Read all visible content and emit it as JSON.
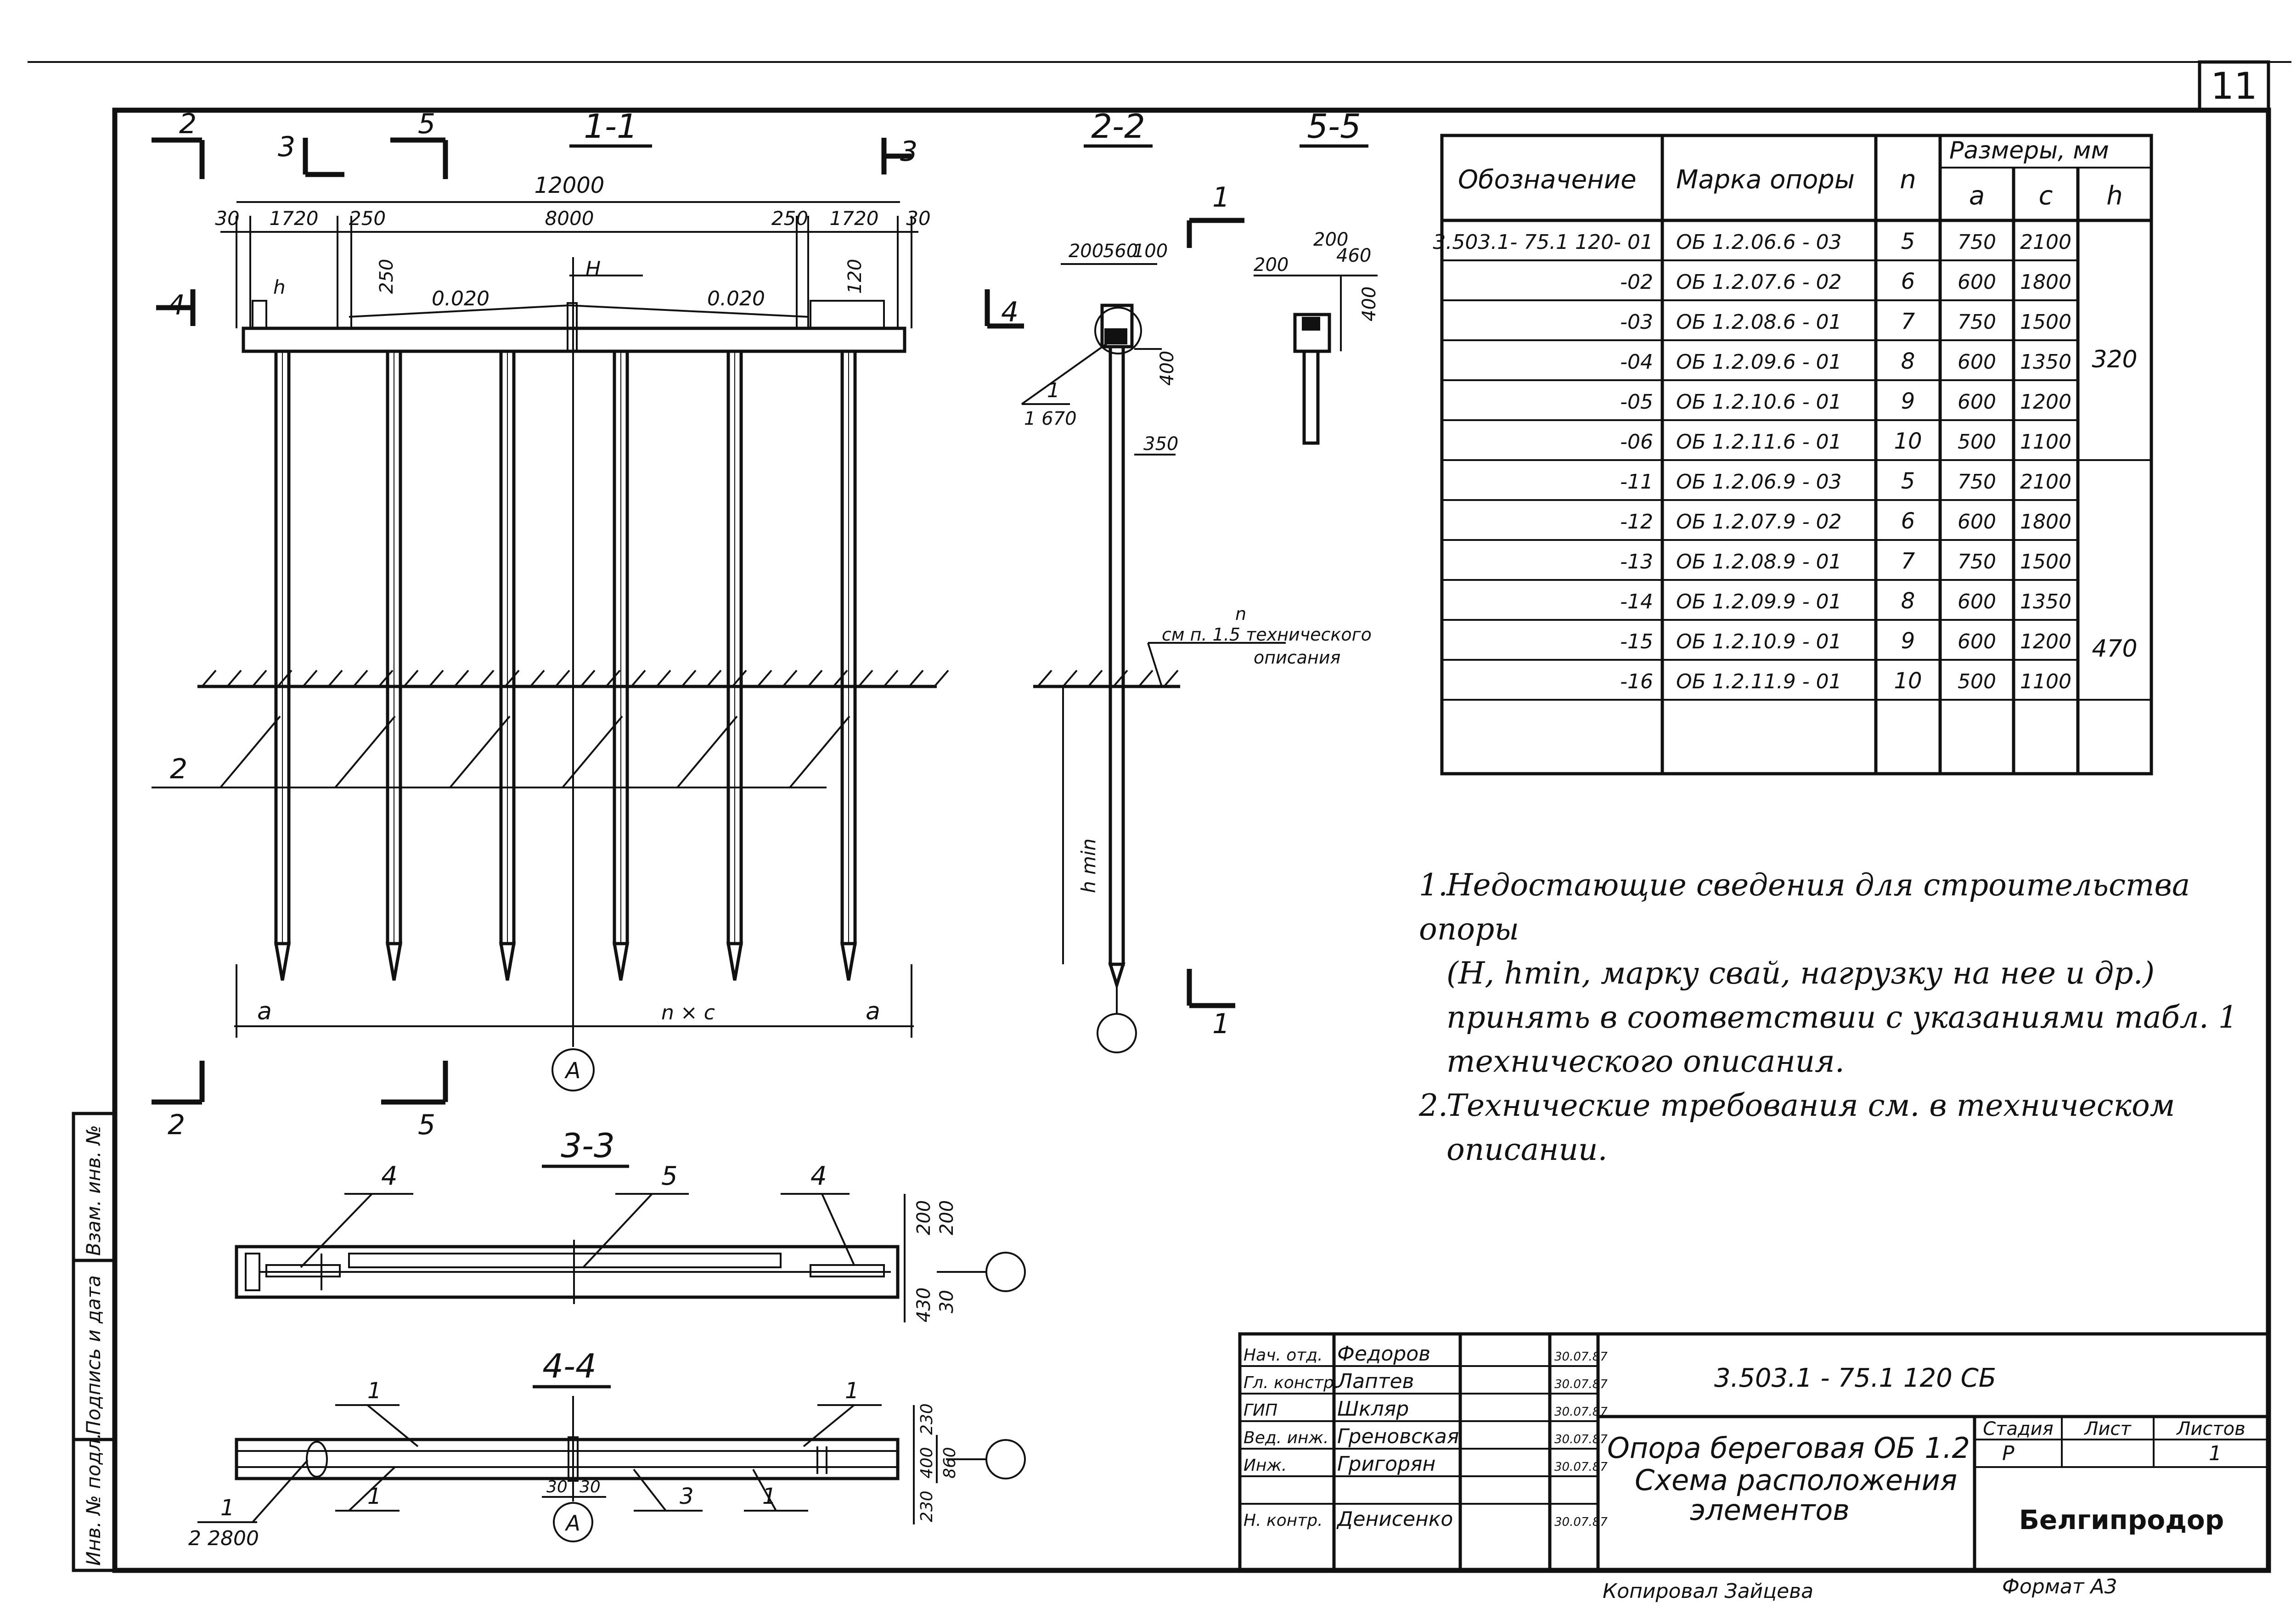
{
  "sheet_no": "11",
  "sections": {
    "s11": "1-1",
    "s22": "2-2",
    "s55": "5-5",
    "s33": "3-3",
    "s44": "4-4"
  },
  "cut_marks": {
    "n1": "1",
    "n2": "2",
    "n3": "3",
    "n4": "4",
    "n5": "5"
  },
  "elevation": {
    "total_length": "12000",
    "dims": [
      "30",
      "1720",
      "250",
      "8000",
      "250",
      "1720",
      "30"
    ],
    "cap_label_h": "h",
    "cap_dim_250": "250",
    "cap_dim_120": "120",
    "slope_left": "0.020",
    "slope_right": "0.020",
    "top_mark": "H",
    "ground_callout": "2",
    "bottom_a_left": "a",
    "bottom_nc": "n × c",
    "bottom_a_right": "a",
    "axis_mark": "A"
  },
  "section22": {
    "dims": [
      "200",
      "560",
      "100"
    ],
    "dim_400": "400",
    "callout_top": "1",
    "callout_bottom": "1 670",
    "dim_350": "350",
    "note_n": "n",
    "note_line1": "см п. 1.5 технического",
    "note_line2": "описания",
    "hmin": "h min"
  },
  "section55": {
    "dim_200_top": "200",
    "dim_200_left": "200",
    "dim_460": "460",
    "dim_400": "400"
  },
  "plan33": {
    "callout_left": "4",
    "callout_mid": "5",
    "callout_right": "4",
    "dim_200a": "200",
    "dim_200b": "200",
    "dim_430": "430",
    "dim_30": "30"
  },
  "plan44": {
    "callout_1a": "1",
    "callout_1b": "1",
    "callout_1c": "1",
    "callout_1d": "1",
    "callout_3": "3",
    "callout_1e": "1",
    "callout_bottom_left": "2 2800",
    "dim_30a": "30",
    "dim_30b": "30",
    "dim_230a": "230",
    "dim_400": "400",
    "dim_860": "860",
    "dim_230b": "230",
    "axis_mark": "A"
  },
  "spec_table": {
    "headers": {
      "designation": "Обозначение",
      "mark": "Марка опоры",
      "n": "n",
      "sizes": "Размеры, мм",
      "a": "a",
      "c": "c",
      "h": "h"
    },
    "rows": [
      {
        "designation": "3.503.1- 75.1 120- 01",
        "mark": "ОБ 1.2.06.6 - 03",
        "n": "5",
        "a": "750",
        "c": "2100"
      },
      {
        "designation": "-02",
        "mark": "ОБ 1.2.07.6 - 02",
        "n": "6",
        "a": "600",
        "c": "1800"
      },
      {
        "designation": "-03",
        "mark": "ОБ 1.2.08.6 - 01",
        "n": "7",
        "a": "750",
        "c": "1500"
      },
      {
        "designation": "-04",
        "mark": "ОБ 1.2.09.6 - 01",
        "n": "8",
        "a": "600",
        "c": "1350"
      },
      {
        "designation": "-05",
        "mark": "ОБ 1.2.10.6 - 01",
        "n": "9",
        "a": "600",
        "c": "1200"
      },
      {
        "designation": "-06",
        "mark": "ОБ 1.2.11.6 - 01",
        "n": "10",
        "a": "500",
        "c": "1100"
      },
      {
        "designation": "-11",
        "mark": "ОБ 1.2.06.9 - 03",
        "n": "5",
        "a": "750",
        "c": "2100"
      },
      {
        "designation": "-12",
        "mark": "ОБ 1.2.07.9 - 02",
        "n": "6",
        "a": "600",
        "c": "1800"
      },
      {
        "designation": "-13",
        "mark": "ОБ 1.2.08.9 - 01",
        "n": "7",
        "a": "750",
        "c": "1500"
      },
      {
        "designation": "-14",
        "mark": "ОБ 1.2.09.9 - 01",
        "n": "8",
        "a": "600",
        "c": "1350"
      },
      {
        "designation": "-15",
        "mark": "ОБ 1.2.10.9 - 01",
        "n": "9",
        "a": "600",
        "c": "1200"
      },
      {
        "designation": "-16",
        "mark": "ОБ 1.2.11.9 - 01",
        "n": "10",
        "a": "500",
        "c": "1100"
      }
    ],
    "h_group1": "320",
    "h_group2": "470"
  },
  "notes": [
    {
      "num": "1.",
      "lines": [
        "Недостающие сведения для строительства опоры",
        "(H, hmin, марку свай, нагрузку на нее и др.)",
        "принять в соответствии с указаниями табл. 1",
        "технического описания."
      ]
    },
    {
      "num": "2.",
      "lines": [
        "Технические требования см. в техническом",
        "описании."
      ]
    }
  ],
  "title_block": {
    "doc_code": "3.503.1 - 75.1  120 СБ",
    "title_line1": "Опора береговая  ОБ 1.2",
    "title_line2": "Схема расположения",
    "title_line3": "элементов",
    "stage_label": "Стадия",
    "sheet_label": "Лист",
    "sheets_label": "Листов",
    "stage_value": "Р",
    "sheets_value": "1",
    "organization": "Белгипродор",
    "signatures": [
      {
        "role": "Нач. отд.",
        "name": "Федоров",
        "date": "30.07.87"
      },
      {
        "role": "Гл. констр.",
        "name": "Лаптев",
        "date": "30.07.87"
      },
      {
        "role": "ГИП",
        "name": "Шкляр",
        "date": "30.07.87"
      },
      {
        "role": "Вед. инж.",
        "name": "Греновская",
        "date": "30.07.87"
      },
      {
        "role": "Инж.",
        "name": "Григорян",
        "date": "30.07.87"
      },
      {
        "role": "",
        "name": "",
        "date": ""
      },
      {
        "role": "Н. контр.",
        "name": "Денисенко",
        "date": "30.07.87"
      }
    ],
    "copied_by": "Копировал  Зайцева",
    "format": "Формат А3"
  },
  "left_strip": {
    "inv_no": "Инв. № подл.",
    "sign_date": "Подпись и дата",
    "replace_inv": "Взам. инв. №"
  }
}
